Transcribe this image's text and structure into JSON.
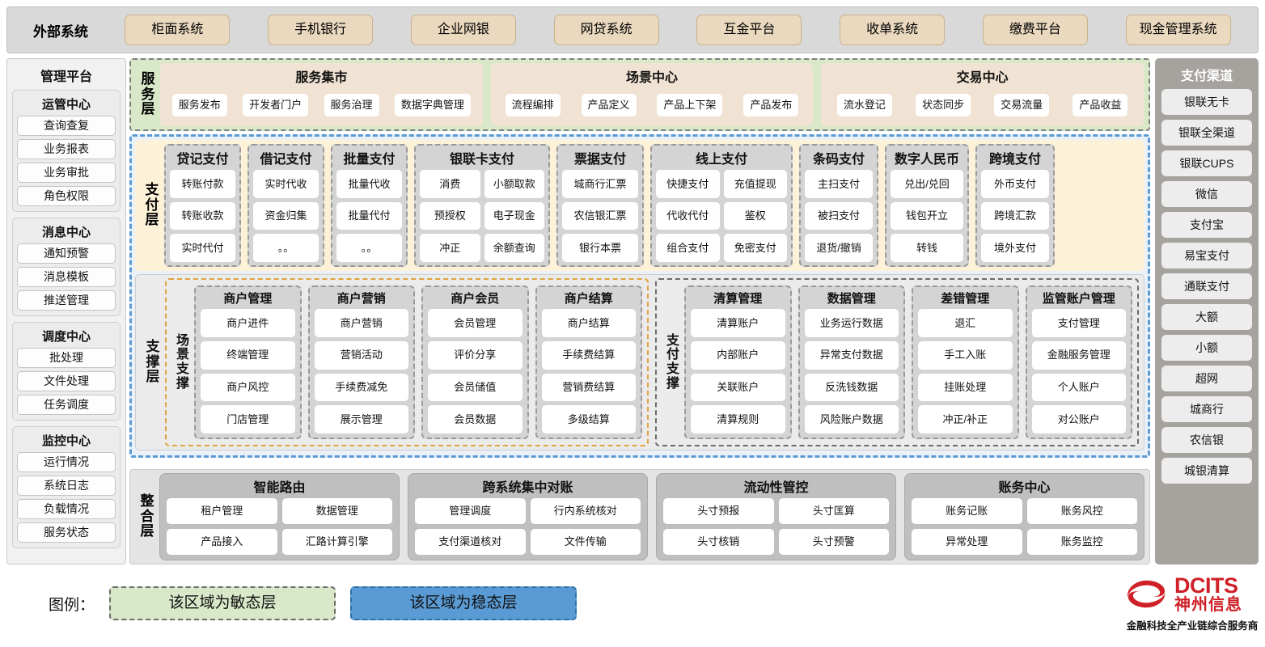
{
  "external": {
    "title": "外部系统",
    "items": [
      "柜面系统",
      "手机银行",
      "企业网银",
      "网贷系统",
      "互金平台",
      "收单系统",
      "缴费平台",
      "现金管理系统"
    ]
  },
  "management": {
    "title": "管理平台",
    "groups": [
      {
        "title": "运管中心",
        "items": [
          "查询查复",
          "业务报表",
          "业务审批",
          "角色权限"
        ]
      },
      {
        "title": "消息中心",
        "items": [
          "通知预警",
          "消息模板",
          "推送管理"
        ]
      },
      {
        "title": "调度中心",
        "items": [
          "批处理",
          "文件处理",
          "任务调度"
        ]
      },
      {
        "title": "监控中心",
        "items": [
          "运行情况",
          "系统日志",
          "负载情况",
          "服务状态"
        ]
      }
    ]
  },
  "service_layer": {
    "label": "服务层",
    "groups": [
      {
        "title": "服务集市",
        "items": [
          "服务发布",
          "开发者门户",
          "服务治理",
          "数据字典管理"
        ]
      },
      {
        "title": "场景中心",
        "items": [
          "流程编排",
          "产品定义",
          "产品上下架",
          "产品发布"
        ]
      },
      {
        "title": "交易中心",
        "items": [
          "流水登记",
          "状态同步",
          "交易流量",
          "产品收益"
        ]
      }
    ]
  },
  "payment_layer": {
    "label": "支付层",
    "groups": [
      {
        "title": "贷记支付",
        "cols": 1,
        "width": 95,
        "items": [
          "转账付款",
          "转账收款",
          "实时代付"
        ]
      },
      {
        "title": "借记支付",
        "cols": 1,
        "width": 95,
        "items": [
          "实时代收",
          "资金归集",
          "。。"
        ]
      },
      {
        "title": "批量支付",
        "cols": 1,
        "width": 95,
        "items": [
          "批量代收",
          "批量代付",
          "。。"
        ]
      },
      {
        "title": "银联卡支付",
        "cols": 2,
        "width": 168,
        "items": [
          "消费",
          "小额取款",
          "预授权",
          "电子现金",
          "冲正",
          "余额查询"
        ]
      },
      {
        "title": "票据支付",
        "cols": 1,
        "width": 108,
        "items": [
          "城商行汇票",
          "农信银汇票",
          "银行本票"
        ]
      },
      {
        "title": "线上支付",
        "cols": 2,
        "width": 176,
        "items": [
          "快捷支付",
          "充值提现",
          "代收代付",
          "鉴权",
          "组合支付",
          "免密支付"
        ]
      },
      {
        "title": "条码支付",
        "cols": 1,
        "width": 98,
        "items": [
          "主扫支付",
          "被扫支付",
          "退货/撤销"
        ]
      },
      {
        "title": "数字人民币",
        "cols": 1,
        "width": 104,
        "items": [
          "兑出/兑回",
          "钱包开立",
          "转钱"
        ]
      },
      {
        "title": "跨境支付",
        "cols": 1,
        "width": 98,
        "items": [
          "外币支付",
          "跨境汇款",
          "境外支付"
        ]
      }
    ]
  },
  "support_layer": {
    "label": "支撑层",
    "halves": [
      {
        "label": "场景支撑",
        "groups": [
          {
            "title": "商户管理",
            "items": [
              "商户进件",
              "终端管理",
              "商户风控",
              "门店管理"
            ]
          },
          {
            "title": "商户营销",
            "items": [
              "商户营销",
              "营销活动",
              "手续费减免",
              "展示管理"
            ]
          },
          {
            "title": "商户会员",
            "items": [
              "会员管理",
              "评价分享",
              "会员储值",
              "会员数据"
            ]
          },
          {
            "title": "商户结算",
            "items": [
              "商户结算",
              "手续费结算",
              "营销费结算",
              "多级结算"
            ]
          }
        ]
      },
      {
        "label": "支付支撑",
        "groups": [
          {
            "title": "清算管理",
            "items": [
              "清算账户",
              "内部账户",
              "关联账户",
              "清算规则"
            ]
          },
          {
            "title": "数据管理",
            "items": [
              "业务运行数据",
              "异常支付数据",
              "反洗钱数据",
              "风险账户数据"
            ]
          },
          {
            "title": "差错管理",
            "items": [
              "退汇",
              "手工入账",
              "挂账处理",
              "冲正/补正"
            ]
          },
          {
            "title": "监管账户管理",
            "items": [
              "支付管理",
              "金融服务管理",
              "个人账户",
              "对公账户"
            ]
          }
        ]
      }
    ]
  },
  "integration_layer": {
    "label": "整合层",
    "groups": [
      {
        "title": "智能路由",
        "items": [
          "租户管理",
          "数据管理",
          "产品接入",
          "汇路计算引擎"
        ]
      },
      {
        "title": "跨系统集中对账",
        "items": [
          "管理调度",
          "行内系统核对",
          "支付渠道核对",
          "文件传输"
        ]
      },
      {
        "title": "流动性管控",
        "items": [
          "头寸预报",
          "头寸匡算",
          "头寸核销",
          "头寸预警"
        ]
      },
      {
        "title": "账务中心",
        "items": [
          "账务记账",
          "账务风控",
          "异常处理",
          "账务监控"
        ]
      }
    ]
  },
  "channels": {
    "title": "支付渠道",
    "items": [
      "银联无卡",
      "银联全渠道",
      "银联CUPS",
      "微信",
      "支付宝",
      "易宝支付",
      "通联支付",
      "大额",
      "小额",
      "超网",
      "城商行",
      "农信银",
      "城银清算"
    ]
  },
  "legend": {
    "label": "图例：",
    "agile": "该区域为敏态层",
    "stable": "该区域为稳态层"
  },
  "logo": {
    "en": "DCITS",
    "cn": "神州信息",
    "slogan": "金融科技全产业链综合服务商"
  },
  "colors": {
    "agile_green": "#d9e8c8",
    "stable_blue": "#5b9bd5",
    "external_chip": "#ead9bf",
    "payment_band": "#fdf2d8",
    "scene_border": "#e0a23c",
    "brand_red": "#cf2027"
  }
}
